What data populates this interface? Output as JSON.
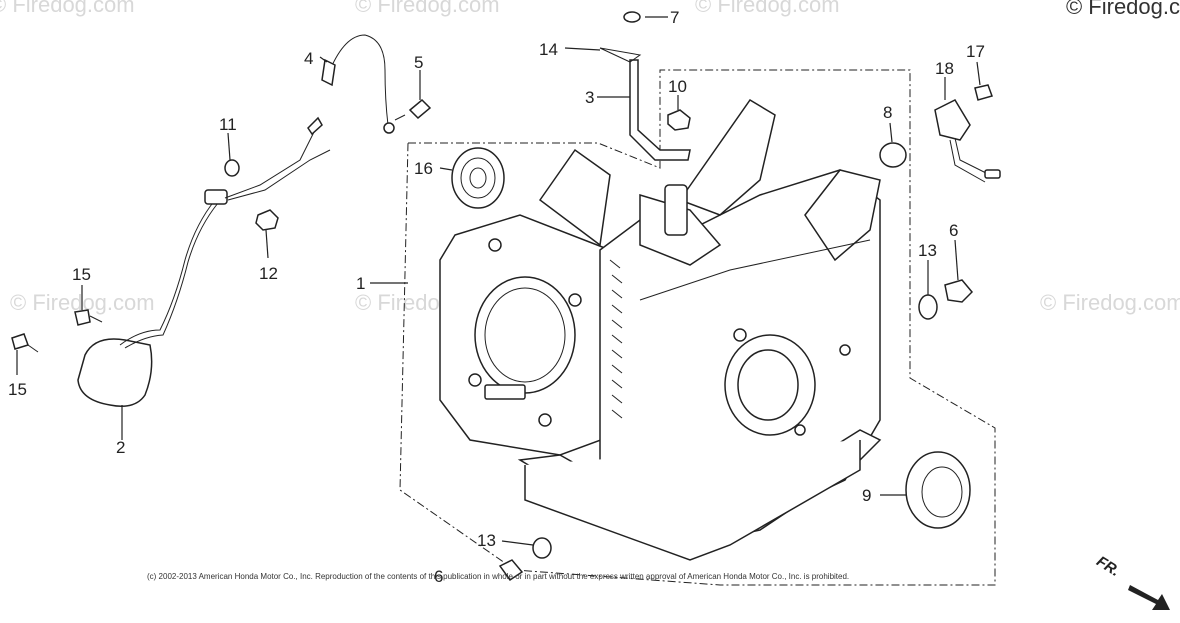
{
  "watermark": "© Firedog.com",
  "copyright_top": "© Firedog.c",
  "copyright_notice": "(c) 2002-2013 American Honda Motor Co., Inc. Reproduction of the contents of this publication in whole or in part without the express written approval of American Honda Motor Co., Inc. is prohibited.",
  "direction_label": "FR.",
  "callouts": {
    "c1": "1",
    "c2": "2",
    "c3": "3",
    "c4": "4",
    "c5": "5",
    "c6a": "6",
    "c6b": "6",
    "c7": "7",
    "c8": "8",
    "c9": "9",
    "c10": "10",
    "c11": "11",
    "c12": "12",
    "c13a": "13",
    "c13b": "13",
    "c14": "14",
    "c15a": "15",
    "c15b": "15",
    "c16": "16",
    "c17": "17",
    "c18": "18"
  }
}
